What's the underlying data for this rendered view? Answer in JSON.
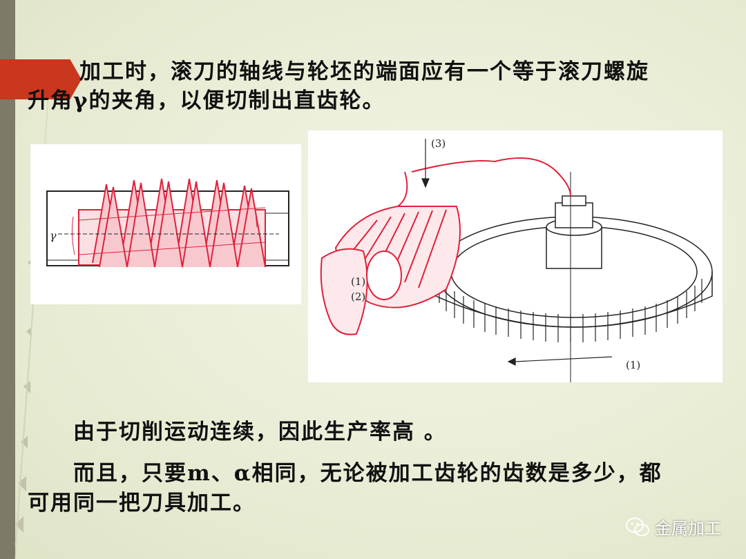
{
  "slide": {
    "paragraph1_line1": "加工时，滚刀的轴线与轮坯的端面应有一个等于滚刀螺旋",
    "paragraph1_line2": "升角γ的夹角，以便切制出直齿轮。",
    "paragraph2": "由于切削运动连续，因此生产率高 。",
    "paragraph3_line1": "而且，只要m、α相同，无论被加工齿轮的齿数是多少，都",
    "paragraph3_line2": "可用同一把刀具加工。"
  },
  "figure_left": {
    "angle_label": "γ"
  },
  "figure_right": {
    "label_3": "(3)",
    "label_1_hob": "(1)",
    "label_2_hob": "(2)",
    "label_1_gear": "(1)"
  },
  "watermark": {
    "text": "金属加工",
    "icon": "wechat-icon"
  },
  "colors": {
    "accent_red": "#c8371e",
    "drawing_red": "#e0203a",
    "side_bar": "#7d7a67"
  }
}
